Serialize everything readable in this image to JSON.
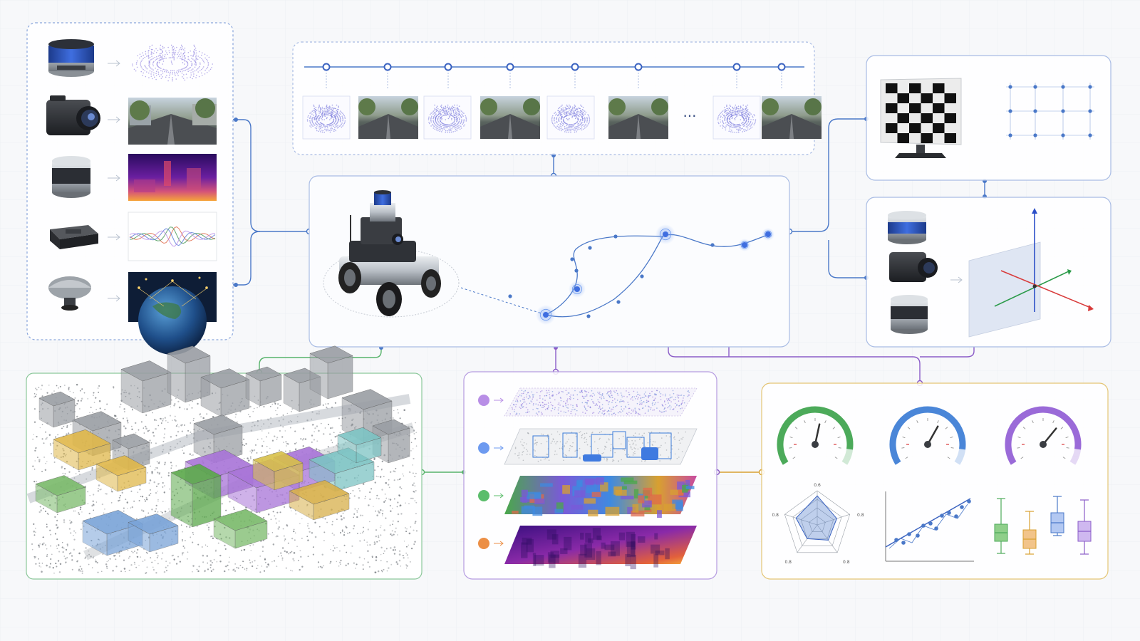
{
  "timeline": {
    "ellipsis": "···"
  },
  "metrics": {
    "radar_labels": [
      "0.6",
      "0.8",
      "0.8",
      "0.8",
      "0.8"
    ]
  },
  "colors": {
    "blue": "#4a78c8",
    "purple": "#8b5cc8",
    "green": "#57b36b",
    "orange": "#e8914a",
    "gold": "#e4c574",
    "frame_green": "#8bc79a",
    "frame_purple": "#b59be0"
  },
  "layers": [
    {
      "name": "point-cloud-layer",
      "color": "#b88ee6"
    },
    {
      "name": "detection-layer",
      "color": "#6d9af0"
    },
    {
      "name": "segmentation-layer",
      "color": "#5bbd6b"
    },
    {
      "name": "depth-layer",
      "color": "#ec8f45"
    }
  ],
  "gauges": [
    {
      "name": "gauge-green",
      "color": "#4caa5a",
      "level": 0.55
    },
    {
      "name": "gauge-blue",
      "color": "#4a86d8",
      "level": 0.62
    },
    {
      "name": "gauge-purple",
      "color": "#9a6ad8",
      "level": 0.66
    }
  ]
}
